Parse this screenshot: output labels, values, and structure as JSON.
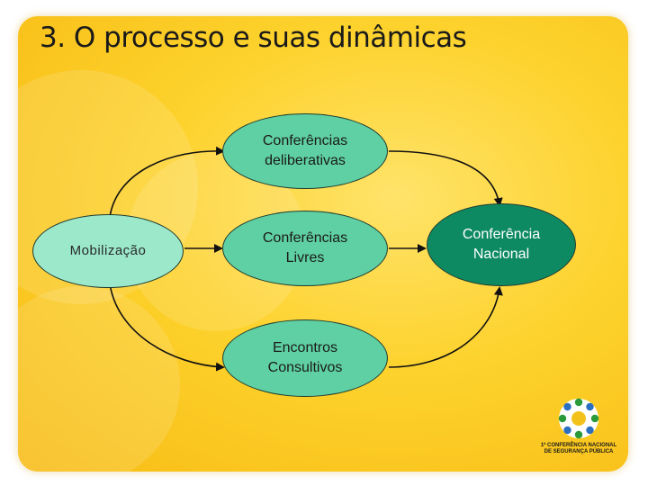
{
  "title": "3. O processo e suas dinâmicas",
  "nodes": {
    "deliberativas": "Conferências\ndeliberativas",
    "livres": "Conferências\nLivres",
    "consultivos": "Encontros\nConsultivos",
    "mobilizacao": "Mobilização",
    "nacional": "Conferência\nNacional"
  },
  "logo": {
    "name": "conference-logo",
    "text": "1ª CONFERÊNCIA NACIONAL\nDE SEGURANÇA PÚBLICA"
  },
  "colors": {
    "background": "#fdd22c",
    "node_light": "#5fd0a3",
    "node_pale": "#9be8cb",
    "node_dark": "#0e8a63"
  }
}
